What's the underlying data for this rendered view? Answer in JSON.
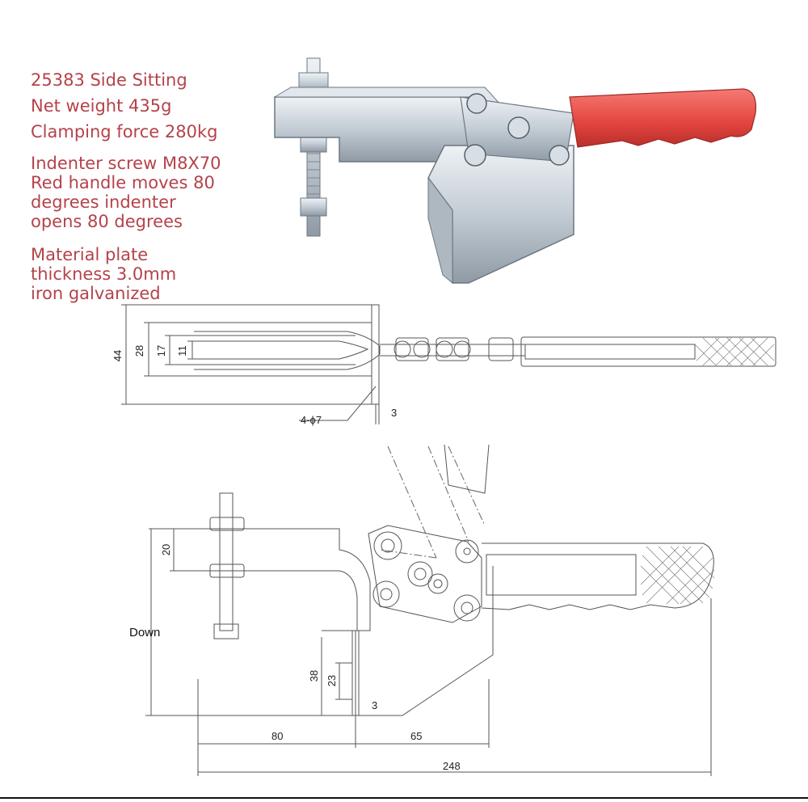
{
  "specs": {
    "lines": [
      "25383 Side Sitting",
      "Net weight 435g",
      "Clamping force 280kg",
      "Indenter screw M8X70",
      "Red handle moves 80",
      "degrees indenter",
      "opens 80 degrees",
      "Material plate",
      "thickness 3.0mm",
      "iron galvanized"
    ]
  },
  "colors": {
    "spec_text": "#b5424a",
    "handle_red": "#e8524e",
    "metal": "#c9d1d9",
    "line": "#555555"
  },
  "top_view": {
    "dims": {
      "d44": "44",
      "d28": "28",
      "d17": "17",
      "d11": "11",
      "holes": "4-ϕ7",
      "thickness": "3"
    }
  },
  "side_view": {
    "dims": {
      "d20": "20",
      "d38": "38",
      "d23": "23",
      "d3": "3",
      "d80": "80",
      "d65": "65",
      "d248": "248"
    },
    "down_label": "Down"
  }
}
